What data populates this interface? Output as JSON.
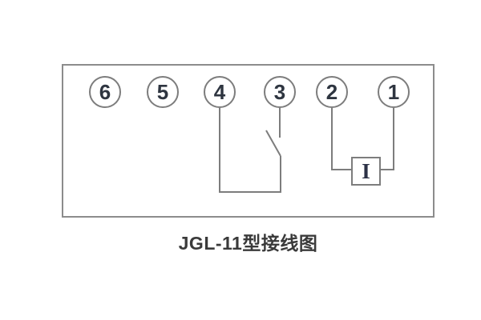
{
  "caption": "JGL-11型接线图",
  "terminals": [
    {
      "label": "6"
    },
    {
      "label": "5"
    },
    {
      "label": "4"
    },
    {
      "label": "3"
    },
    {
      "label": "2"
    },
    {
      "label": "1"
    }
  ],
  "coil": {
    "label": "I"
  },
  "colors": {
    "background": "#ffffff",
    "panel_border": "#8c8c8c",
    "wire_line": "#7d7d7d",
    "terminal_number": "#2e3540",
    "coil_label": "#2c3146",
    "caption_text": "#3a3a3a"
  }
}
